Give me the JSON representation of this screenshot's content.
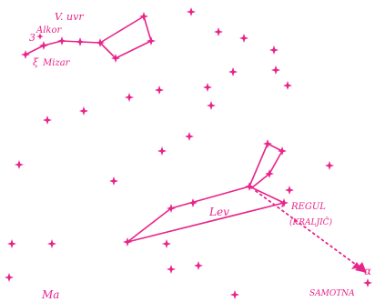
{
  "labels": {
    "v_ursa": "V. uvr",
    "alkor": "Alkor",
    "alkor_symbol": "3",
    "mizar": "Mizar",
    "mizar_symbol": "ξ",
    "leo": "Lev",
    "regulus": "REGUL",
    "regulus_alt": "(KRALJIČ)",
    "samotna": "SAMOTNA",
    "alpha": "α",
    "ma": "Ma"
  },
  "colors": {
    "ink": "#e8248a",
    "background": "#ffffff"
  }
}
